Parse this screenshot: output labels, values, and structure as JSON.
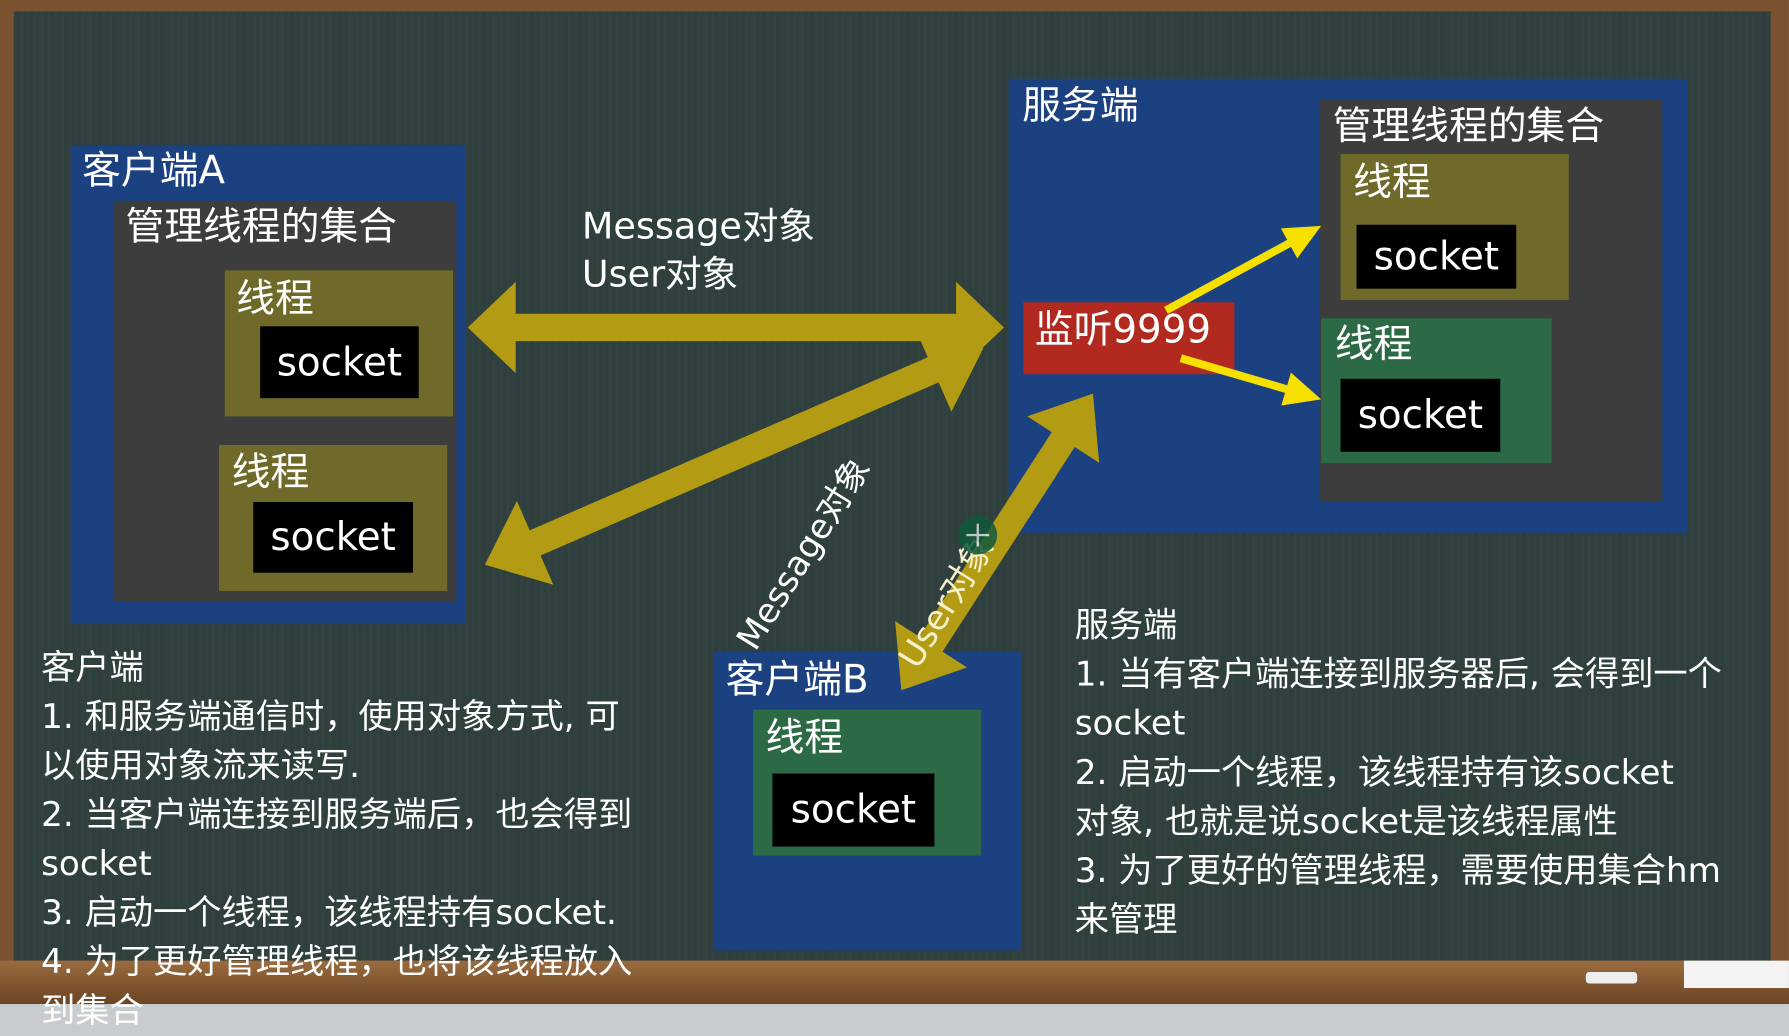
{
  "client_a": {
    "title": "客户端A",
    "set_label": "管理线程的集合",
    "threads": [
      {
        "label": "线程",
        "socket": "socket"
      },
      {
        "label": "线程",
        "socket": "socket"
      }
    ]
  },
  "arrow_label": {
    "line1": "Message对象",
    "line2": "User对象"
  },
  "server": {
    "title": "服务端",
    "listen": "监听9999",
    "set_label": "管理线程的集合",
    "threads": [
      {
        "label": "线程",
        "socket": "socket"
      },
      {
        "label": "线程",
        "socket": "socket"
      }
    ]
  },
  "client_b": {
    "title": "客户端B",
    "thread": {
      "label": "线程",
      "socket": "socket"
    }
  },
  "diag_label": {
    "line1": "Message对象",
    "line2": "User对象"
  },
  "client_notes": [
    "客户端",
    "1. 和服务端通信时，使用对象方式, 可",
    "以使用对象流来读写.",
    "2. 当客户端连接到服务端后，也会得到",
    "socket",
    "3. 启动一个线程，该线程持有socket.",
    "4. 为了更好管理线程，也将该线程放入",
    "到集合"
  ],
  "server_notes": [
    "服务端",
    "1. 当有客户端连接到服务器后, 会得到一个",
    "socket",
    "2. 启动一个线程，该线程持有该socket",
    "对象, 也就是说socket是该线程属性",
    "3. 为了更好的管理线程，需要使用集合hm",
    "来管理"
  ],
  "colors": {
    "arrow_gold": "#b39b14",
    "arrow_yellow": "#f5e000",
    "listen_red": "#b22a1f"
  }
}
